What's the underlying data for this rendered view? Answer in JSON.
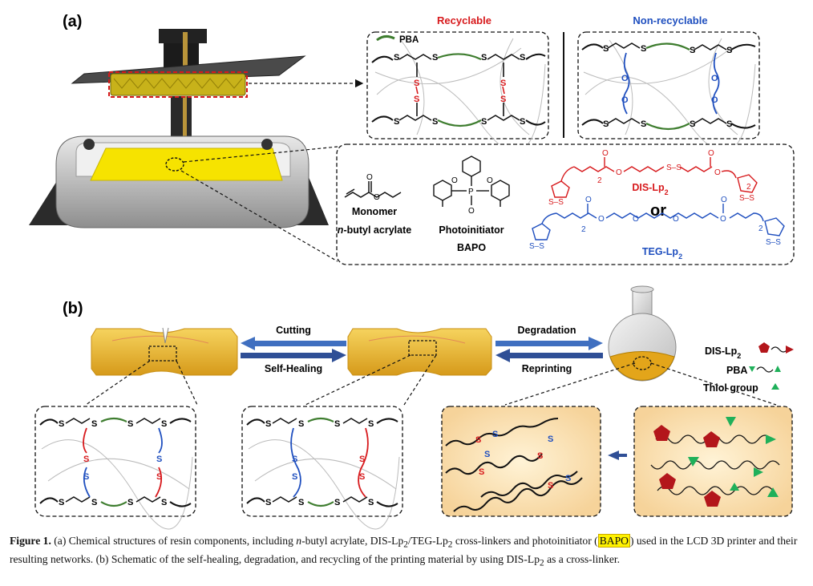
{
  "panels": {
    "a_label": "(a)",
    "b_label": "(b)"
  },
  "network_a": {
    "recyclable_title": "Recyclable",
    "nonrecyclable_title": "Non-recyclable",
    "pba_label": "PBA",
    "s": "S",
    "o": "O",
    "colors": {
      "recyclable": "#d7191c",
      "nonrecyclable": "#1f4fbf",
      "pba": "#3e7d2f"
    }
  },
  "components": {
    "monomer_label": "Monomer",
    "monomer_name_italic": "n",
    "monomer_name_rest": "-butyl acrylate",
    "photoinit_label": "Photoinitiator",
    "photoinit_name": "BAPO",
    "dis_name": "DIS-Lp",
    "dis_sub": "2",
    "or_label": "or",
    "teg_name": "TEG-Lp",
    "teg_sub": "2",
    "atom_o": "O",
    "atom_p": "P",
    "atom_s": "S",
    "sub2": "2",
    "ss": "S–S",
    "ss2": "S–S"
  },
  "process_b": {
    "cutting": "Cutting",
    "self_healing": "Self-Healing",
    "degradation": "Degradation",
    "reprinting": "Reprinting",
    "s": "S",
    "arrow_color": "#3f6fc0"
  },
  "legend": {
    "dis_label": "DIS-Lp",
    "dis_sub": "2",
    "pba_label": "PBA",
    "thiol_label": "Thiol group",
    "pentagon_color": "#b3161b",
    "triangle_color": "#1fb05a"
  },
  "caption": {
    "fig_label": "Figure 1.",
    "text_1": " (a) Chemical structures of resin components, including ",
    "italic_n": "n",
    "text_2": "-butyl acrylate, DIS-Lp",
    "sub_a": "2",
    "text_3": "/TEG-Lp",
    "sub_b": "2",
    "text_4": " cross-linkers and photoinitiator (",
    "bapo": "BAPO",
    "text_5": ") used in the LCD 3D printer and their resulting networks. (b) Schematic of the self-healing, degradation, and recycling of the printing material by using DIS-Lp",
    "sub_c": "2",
    "text_6": " as a cross-linker."
  }
}
